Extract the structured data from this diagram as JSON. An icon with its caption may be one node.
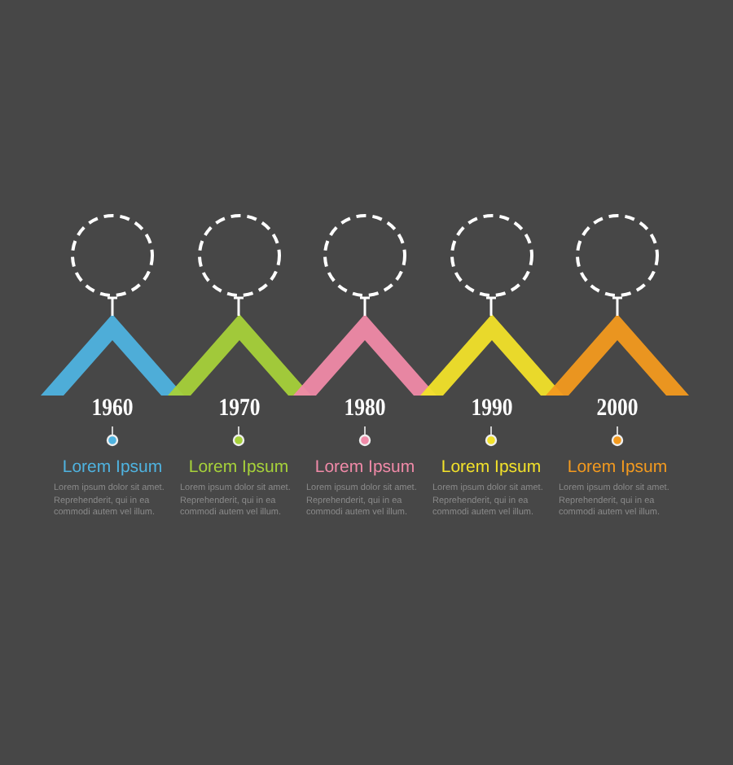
{
  "diagram": {
    "nodes": [
      {
        "text": [],
        "shape": "circle"
      },
      {
        "text": [],
        "shape": "circle"
      },
      {
        "text": [],
        "shape": "circle"
      },
      {
        "text": [],
        "shape": "circle"
      },
      {
        "text": [],
        "shape": "circle"
      },
      {
        "text": [],
        "shape": "chevron"
      },
      {
        "text": [],
        "shape": "chevron"
      },
      {
        "text": [],
        "shape": "chevron"
      },
      {
        "text": [],
        "shape": "chevron"
      },
      {
        "text": [],
        "shape": "chevron"
      }
    ],
    "edges": [
      {
        "from": 0,
        "to": 5,
        "arrow": "other"
      },
      {
        "from": 1,
        "to": 6,
        "arrow": "other"
      },
      {
        "from": 2,
        "to": 7,
        "arrow": "other"
      },
      {
        "from": 3,
        "to": 8,
        "arrow": "other"
      },
      {
        "from": 4,
        "to": 9,
        "arrow": "other"
      }
    ],
    "labels": [
      "1960",
      "1970",
      "1980",
      "1990",
      "2000",
      "Lorem Ipsum",
      "Lorem Ipsum",
      "Lorem Ipsum",
      "Lorem Ipsum",
      "Lorem Ipsum",
      "Lorem ipsum dolor sit amet. Reprehenderit, qui in ea commodi autem vel illum.",
      "Lorem ipsum dolor sit amet. Reprehenderit, qui in ea commodi autem vel illum.",
      "Lorem ipsum dolor sit amet. Reprehenderit, qui in ea commodi autem vel illum.",
      "Lorem ipsum dolor sit amet. Reprehenderit, qui in ea commodi autem vel illum.",
      "Lorem ipsum dolor sit amet. Reprehenderit, qui in ea commodi autem vel illum."
    ]
  }
}
